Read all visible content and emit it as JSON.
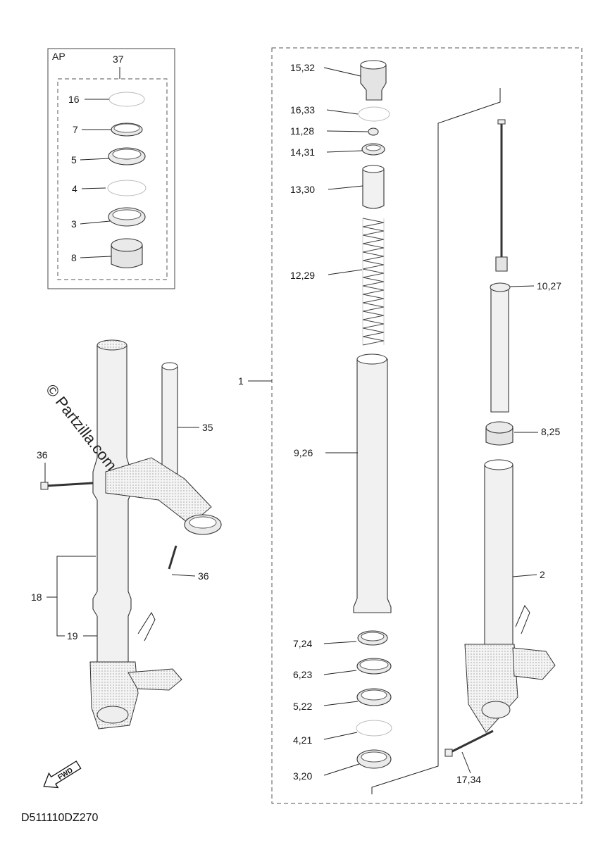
{
  "diagram": {
    "kit_box_label": "AP",
    "kit_label": "37",
    "kit_parts": [
      "16",
      "7",
      "5",
      "4",
      "3",
      "8"
    ],
    "left_labels": {
      "bolt_upper": "36",
      "bolt_lower": "36",
      "tube_assembly": "35",
      "outer_range": "18",
      "outer_lower": "19"
    },
    "main_assembly_label": "1",
    "exploded_labels": {
      "cap_bolt": "15,32",
      "cap_seal": "16,33",
      "oring": "11,28",
      "spring_seat": "14,31",
      "collar": "13,30",
      "spring": "12,29",
      "inner_tube": "9,26",
      "dust_seal": "7,24",
      "clip": "6,23",
      "oil_seal": "5,22",
      "washer": "4,21",
      "slide_metal": "3,20",
      "damper_rod": "10,27",
      "bushing": "8,25",
      "outer_tube": "2",
      "axle_bolt": "17,34"
    },
    "watermark": "© Partzilla.com",
    "fwd_arrow": "FWD",
    "diagram_code": "D511110DZ270"
  }
}
